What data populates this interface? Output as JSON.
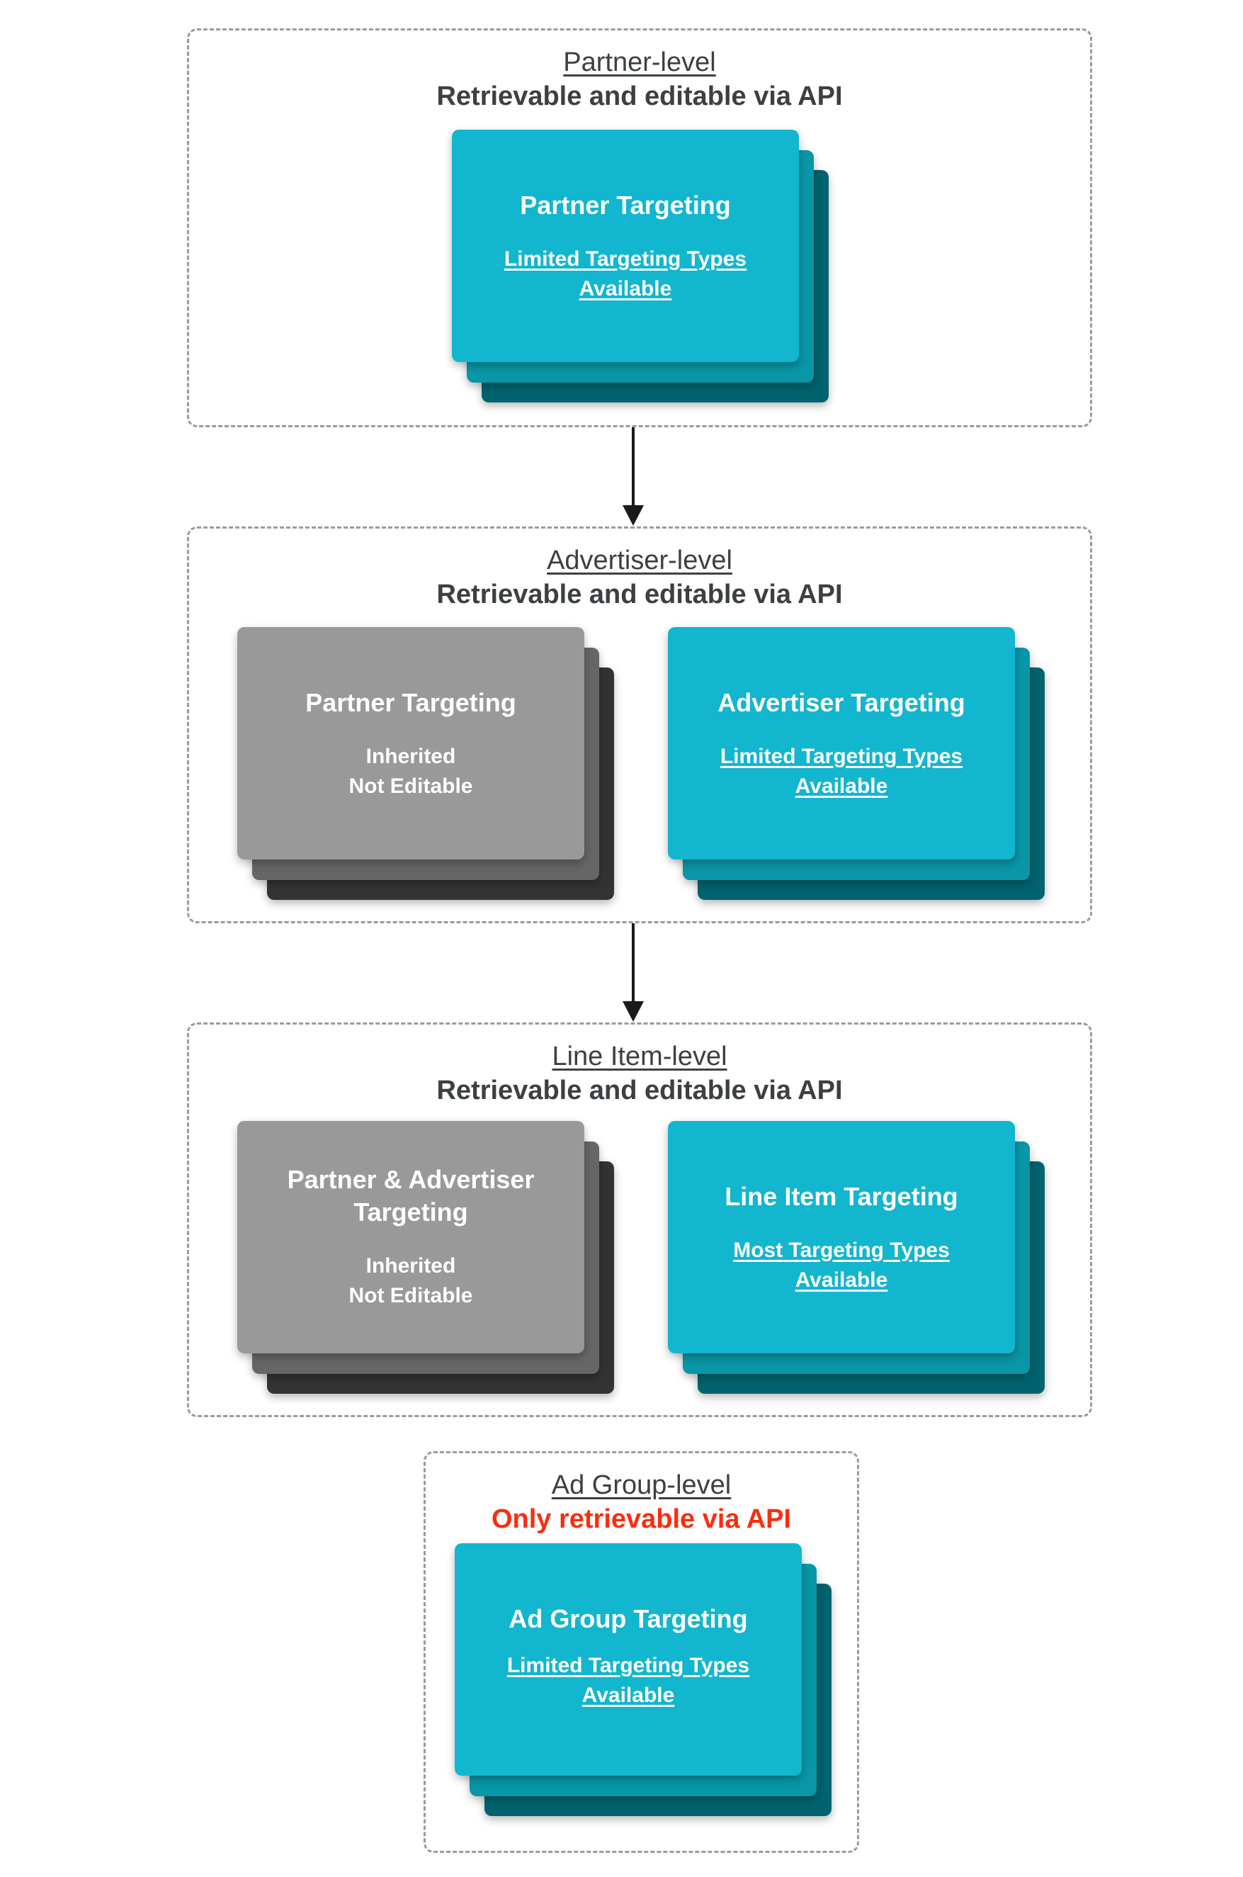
{
  "palette": {
    "card_cyan_front": "#12b6ce",
    "card_cyan_middle": "#0996a6",
    "card_cyan_back": "#00636e",
    "card_gray_front": "#999999",
    "card_gray_middle": "#666666",
    "card_gray_back": "#333333",
    "heading_text": "#3c4043",
    "alert_text": "#fa2d0f",
    "card_text": "#ffffff",
    "dashed_border": "#9b9b9b",
    "arrow": "#1a1a1a"
  },
  "sections": [
    {
      "title": "Partner-level",
      "subtitle": "Retrievable and editable via API",
      "cards": [
        {
          "style": "cyan",
          "title": "Partner Targeting",
          "lines": [
            "Limited Targeting Types",
            "Available"
          ]
        }
      ]
    },
    {
      "title": "Advertiser-level",
      "subtitle": "Retrievable and editable via API",
      "cards": [
        {
          "style": "gray",
          "title": "Partner Targeting",
          "lines": [
            "Inherited",
            "Not Editable"
          ]
        },
        {
          "style": "cyan",
          "title": "Advertiser Targeting",
          "lines": [
            "Limited Targeting Types",
            "Available"
          ]
        }
      ]
    },
    {
      "title": "Line Item-level",
      "subtitle": "Retrievable and editable via API",
      "cards": [
        {
          "style": "gray",
          "title": "Partner & Advertiser Targeting",
          "lines": [
            "Inherited",
            "Not Editable"
          ]
        },
        {
          "style": "cyan",
          "title": "Line Item Targeting",
          "lines": [
            "Most Targeting Types",
            "Available"
          ]
        }
      ]
    },
    {
      "title": "Ad Group-level",
      "subtitle": "Only retrievable via API",
      "subtitle_style": "alert",
      "cards": [
        {
          "style": "cyan",
          "title": "Ad Group Targeting",
          "lines": [
            "Limited Targeting Types",
            "Available"
          ]
        }
      ]
    }
  ],
  "arrows": [
    {
      "from": "Partner-level",
      "to": "Advertiser-level"
    },
    {
      "from": "Advertiser-level",
      "to": "Line Item-level"
    }
  ]
}
